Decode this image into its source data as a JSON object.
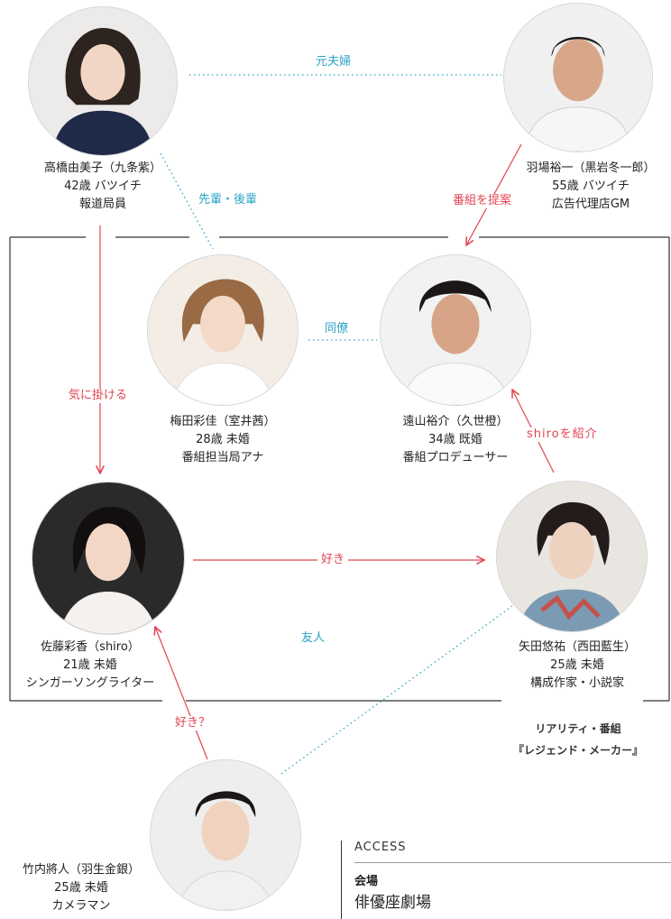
{
  "colors": {
    "love_line": "#e14452",
    "friend_line": "#2aa3c6",
    "frame": "#333333"
  },
  "characters": [
    {
      "id": "takahashi",
      "name": "高橋由美子（九条紫）",
      "age": "42歳 バツイチ",
      "role": "報道局員",
      "icon": "portrait-icon"
    },
    {
      "id": "haba",
      "name": "羽場裕一（黒岩冬一郎）",
      "age": "55歳 バツイチ",
      "role": "広告代理店GM",
      "icon": "portrait-icon"
    },
    {
      "id": "umeda",
      "name": "梅田彩佳（室井茜）",
      "age": "28歳 未婚",
      "role": "番組担当局アナ",
      "icon": "portrait-icon"
    },
    {
      "id": "toyama",
      "name": "遠山裕介（久世橙）",
      "age": "34歳 既婚",
      "role": "番組プロデューサー",
      "icon": "portrait-icon"
    },
    {
      "id": "sato",
      "name": "佐藤彩香（shiro）",
      "age": "21歳 未婚",
      "role": "シンガーソングライター",
      "icon": "portrait-icon"
    },
    {
      "id": "yada",
      "name": "矢田悠祐（西田藍生）",
      "age": "25歳 未婚",
      "role": "構成作家・小説家",
      "icon": "portrait-icon"
    },
    {
      "id": "takeuchi",
      "name": "竹内將人（羽生金銀）",
      "age": "25歳 未婚",
      "role": "カメラマン",
      "icon": "portrait-icon"
    }
  ],
  "relations": {
    "ex_spouses": "元夫婦",
    "senior_junior": "先輩・後輩",
    "proposes_show": "番組を提案",
    "colleagues": "同僚",
    "cares_about": "気に掛ける",
    "introduces_shiro": "shiroを紹介",
    "likes": "好き",
    "friends": "友人",
    "likes_question": "好き？"
  },
  "show": {
    "line1": "リアリティ・番組",
    "line2": "『レジェンド・メーカー』"
  },
  "access": {
    "heading": "ACCESS",
    "venue_label": "会場",
    "venue_name": "俳優座劇場"
  }
}
